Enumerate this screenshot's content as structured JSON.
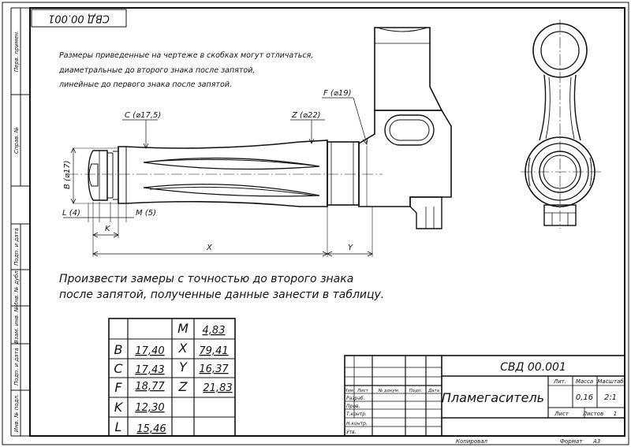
{
  "frame": {
    "stamp_rotated": "СВД 00.001",
    "side_labels": [
      "Перв. примен.",
      "Справ. №",
      "Подп. и дата",
      "Инв. № дубл.",
      "Взам. инв. №",
      "Подп. и дата",
      "Инв. № подл."
    ]
  },
  "notes": {
    "line1": "Размеры приведенные на чертеже в скобках могут отличаться,",
    "line2": "диаметральные до второго знака после запятой,",
    "line3": "линейные до первого знака после запятой."
  },
  "dims": {
    "C": "C (⌀17,5)",
    "Z": "Z (⌀22)",
    "F": "F (⌀19)",
    "B": "B (⌀17)",
    "L": "L (4)",
    "M": "M (5)",
    "K": "K",
    "X": "X",
    "Y": "Y"
  },
  "instruction": {
    "line1": "Произвести замеры с точностью до второго знака",
    "line2": "после запятой, полученные данные занести в таблицу."
  },
  "measurements": {
    "left": [
      {
        "label": "B",
        "value": "17,40"
      },
      {
        "label": "C",
        "value": "17,43"
      },
      {
        "label": "F",
        "value": "18,77"
      },
      {
        "label": "K",
        "value": "12,30"
      },
      {
        "label": "L",
        "value": "15,46"
      }
    ],
    "right": [
      {
        "label": "M",
        "value": "4,83"
      },
      {
        "label": "X",
        "value": "79,41"
      },
      {
        "label": "Y",
        "value": "16,37"
      },
      {
        "label": "Z",
        "value": "21,83"
      }
    ]
  },
  "title_block": {
    "designation": "СВД 00.001",
    "name": "Пламегаситель",
    "col_lit": "Лит.",
    "col_mass": "Масса",
    "col_scale": "Масштаб",
    "mass": "0,16",
    "scale": "2:1",
    "sheet": "Лист",
    "sheets": "Листов",
    "sheets_count": "1",
    "hdr_izm": "Изм.",
    "hdr_list": "Лист",
    "hdr_doc": "№ докум.",
    "hdr_sign": "Подп.",
    "hdr_date": "Дата",
    "role_dev": "Разраб.",
    "role_check": "Пров.",
    "role_tcontr": "Т.контр.",
    "role_ncontr": "Н.контр.",
    "role_appr": "Утв.",
    "copied": "Копировал",
    "format": "Формат",
    "format_value": "А3"
  }
}
